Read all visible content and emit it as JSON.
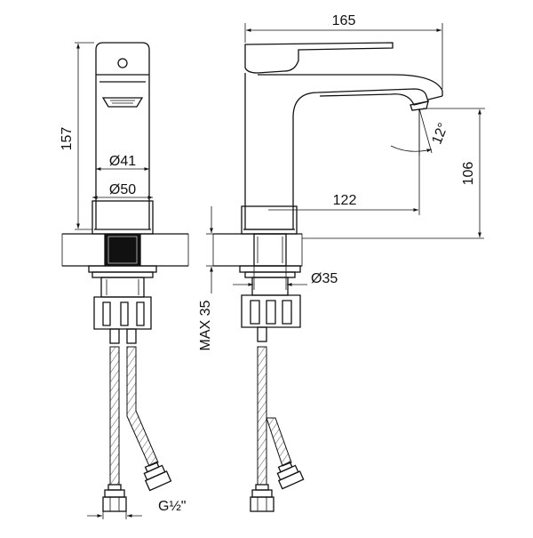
{
  "diagram": {
    "dimensions": {
      "total_height": "157",
      "body_diameter": "Ø41",
      "base_diameter": "Ø50",
      "spout_length": "165",
      "spout_reach": "122",
      "spout_height": "106",
      "spout_angle": "12°",
      "mount_hole": "Ø35",
      "max_deck": "MAX 35",
      "hose_thread": "G½\""
    }
  }
}
